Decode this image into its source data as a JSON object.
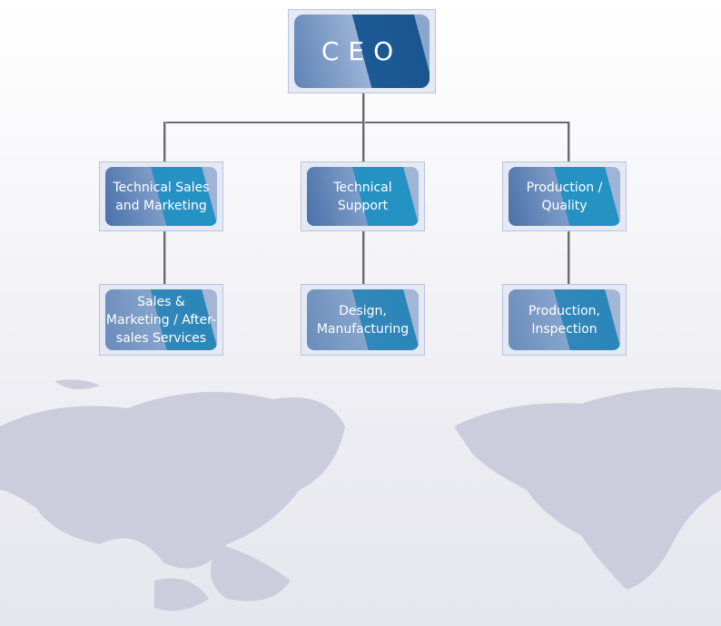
{
  "ceo": {
    "label": "CEO"
  },
  "departments": [
    {
      "label": "Technical Sales and Marketing",
      "sub": "Sales & Marketing / After-sales Services"
    },
    {
      "label": "Technical Support",
      "sub": "Design, Manufacturing"
    },
    {
      "label": "Production / Quality",
      "sub": "Production, Inspection"
    }
  ],
  "colors": {
    "ceo": "#1d5a95",
    "dept": "#2591c2",
    "map": "#c8cadb"
  }
}
